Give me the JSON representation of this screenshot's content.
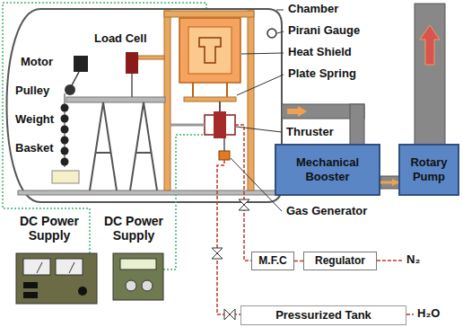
{
  "diagram": {
    "nodes": [
      {
        "text": [
          "Mechanical Booster"
        ]
      },
      {
        "text": [
          "Rotary Pump"
        ]
      },
      {
        "text": [
          "M.F.C"
        ]
      },
      {
        "text": [
          "Regulator"
        ]
      },
      {
        "text": [
          "Pressurized Tank"
        ]
      }
    ],
    "edges": [
      {
        "from": 0,
        "to": 1,
        "arrow": "to"
      },
      {
        "from": 3,
        "to": 2,
        "arrow": "none"
      }
    ],
    "labels": [
      "Chamber",
      "Pirani Gauge",
      "Heat Shield",
      "Plate Spring",
      "Thruster",
      "Gas Generator",
      "Motor",
      "Load Cell",
      "Pulley",
      "Weight",
      "Basket",
      "DC Power Supply",
      "DC Power Supply",
      "N₂",
      "H₂O"
    ]
  }
}
